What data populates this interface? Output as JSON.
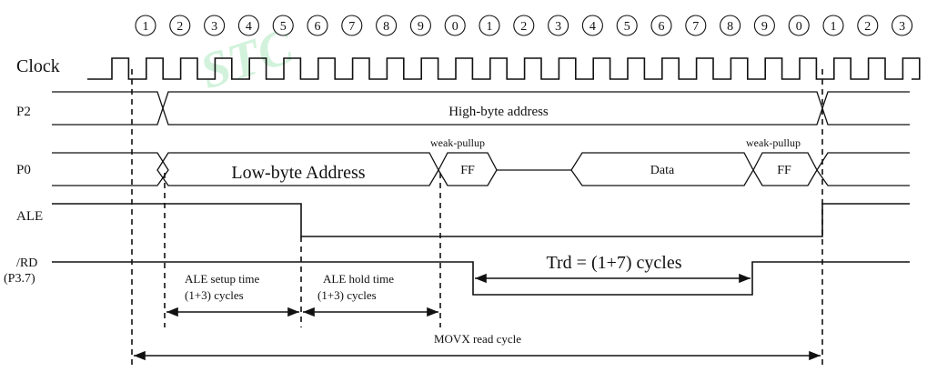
{
  "cycle_numbers": [
    "1",
    "2",
    "3",
    "4",
    "5",
    "6",
    "7",
    "8",
    "9",
    "0",
    "1",
    "2",
    "3",
    "4",
    "5",
    "6",
    "7",
    "8",
    "9",
    "0",
    "1",
    "2",
    "3"
  ],
  "signals": {
    "clock": "Clock",
    "p2": "P2",
    "p0": "P0",
    "ale": "ALE",
    "rd_line1": "/RD",
    "rd_line2": "(P3.7)"
  },
  "buses": {
    "p2_value": "High-byte address",
    "p0_address": "Low-byte Address",
    "p0_ff_1": "FF",
    "p0_data": "Data",
    "p0_ff_2": "FF"
  },
  "annotations": {
    "weak_pullup_1": "weak-pullup",
    "weak_pullup_2": "weak-pullup",
    "ale_setup_line1": "ALE setup time",
    "ale_setup_line2": "(1+3) cycles",
    "ale_hold_line1": "ALE hold time",
    "ale_hold_line2": "(1+3) cycles",
    "trd": "Trd = (1+7) cycles",
    "movx": "MOVX read cycle"
  },
  "watermark": "STC",
  "colors": {
    "line": "#111111",
    "circle_fill": "#ffffff",
    "watermark": "#c8f0d4"
  }
}
